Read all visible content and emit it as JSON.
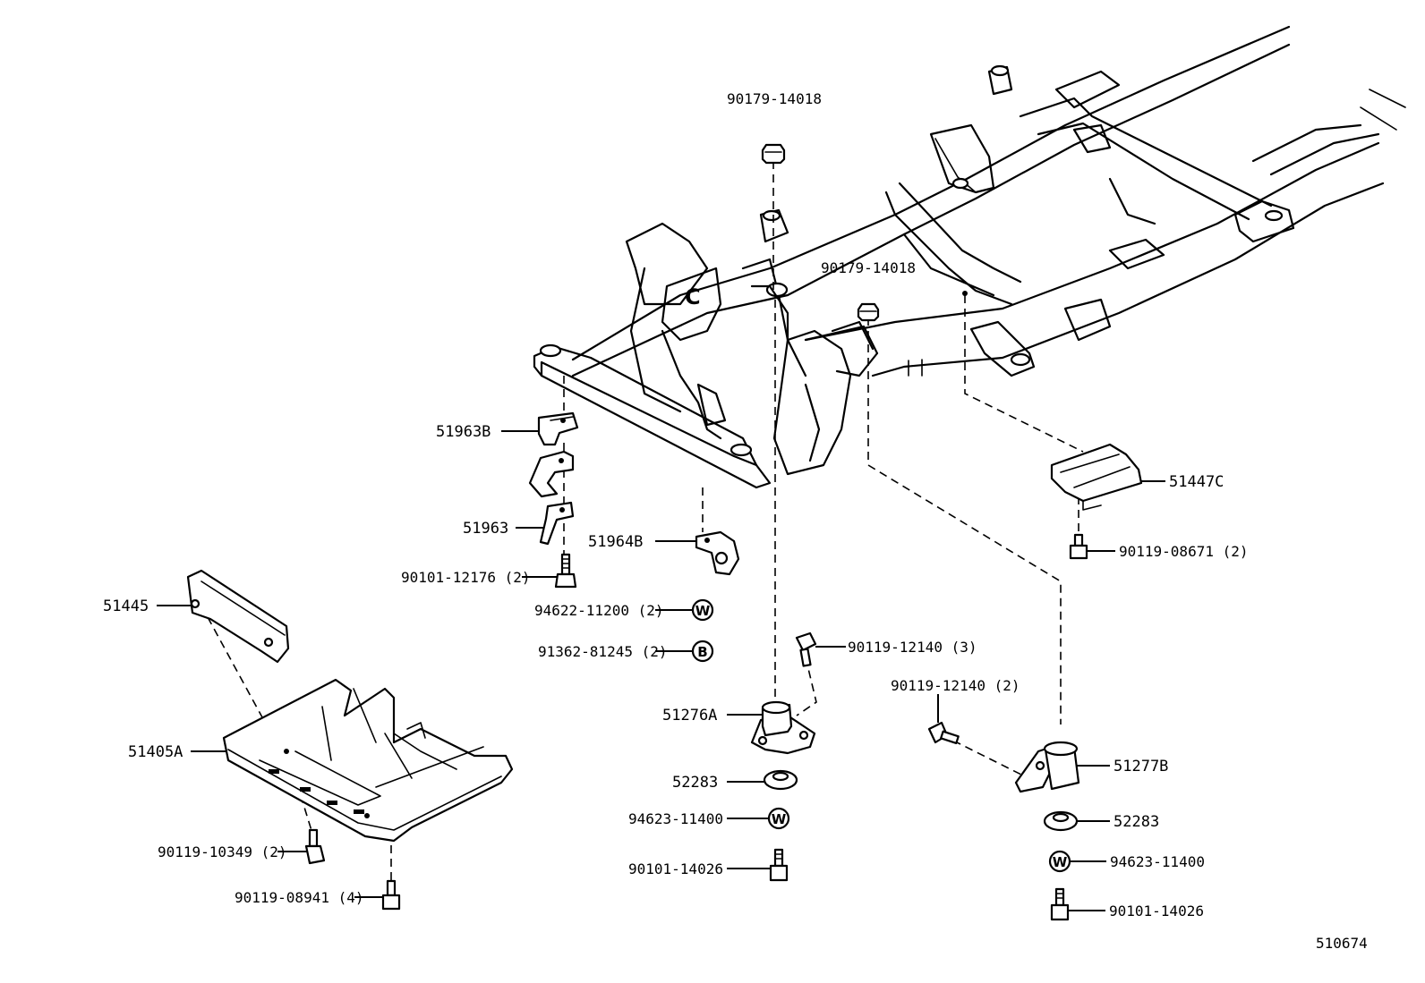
{
  "diagram_id": "510674",
  "frame": {
    "mark_c": "C"
  },
  "symbols": {
    "washer": "W",
    "bolt": "B"
  },
  "labels": {
    "nut_top": "90179-14018",
    "nut_mid": "90179-14018",
    "bracket_b": "51963B",
    "bracket": "51963",
    "bolt_12176": "90101-12176 (2)",
    "bracket_964b": "51964B",
    "washer_11200": "94622-11200 (2)",
    "bolt_81245": "91362-81245 (2)",
    "crossmember": "51445",
    "skid_plate": "51405A",
    "bolt_10349": "90119-10349 (2)",
    "bolt_08941": "90119-08941 (4)",
    "bolt_12140_3": "90119-12140 (3)",
    "mount_a": "51276A",
    "insulator_left": "52283",
    "washer_left": "94623-11400",
    "bolt_left": "90101-14026",
    "bracket_447c": "51447C",
    "bolt_08671": "90119-08671 (2)",
    "bolt_12140_2": "90119-12140 (2)",
    "mount_b": "51277B",
    "insulator_right": "52283",
    "washer_right": "94623-11400",
    "bolt_right": "90101-14026"
  }
}
